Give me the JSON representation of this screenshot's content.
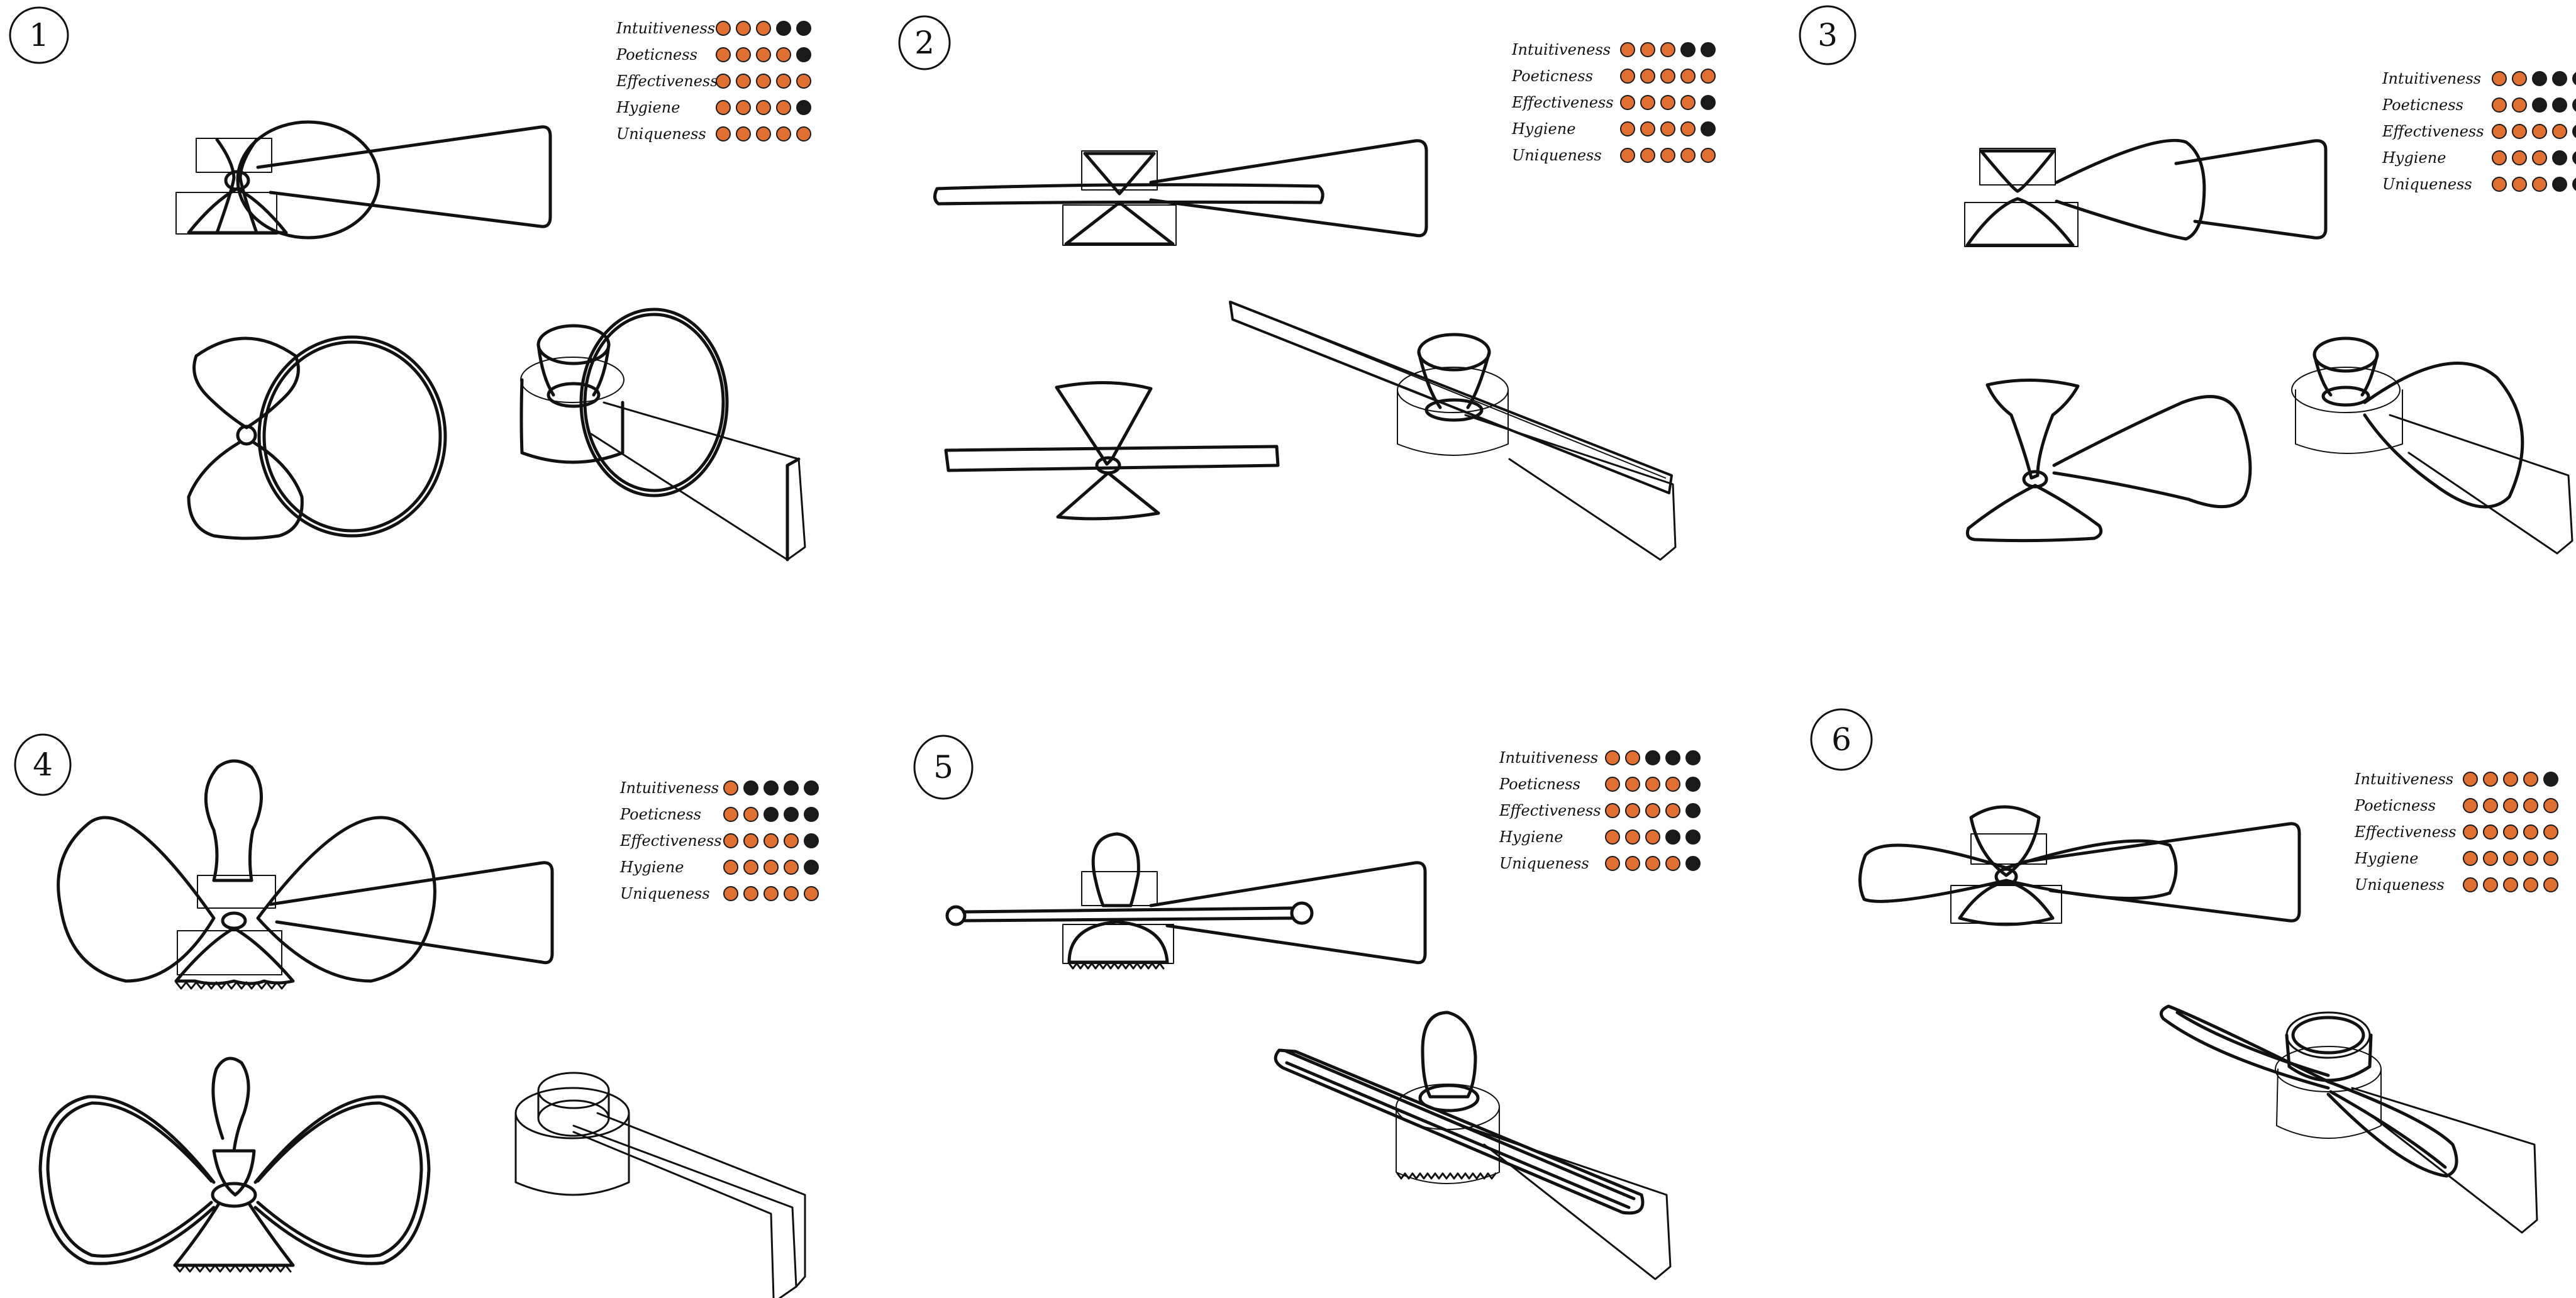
{
  "colors": {
    "filled": "#e07032",
    "empty": "#1a1a1a",
    "ink": "#111111"
  },
  "panels": [
    {
      "number": "1",
      "ratings": [
        {
          "label": "Intuitiveness",
          "score": 3
        },
        {
          "label": "Poeticness",
          "score": 4
        },
        {
          "label": "Effectiveness",
          "score": 5
        },
        {
          "label": "Hygiene",
          "score": 4
        },
        {
          "label": "Uniqueness",
          "score": 5
        }
      ]
    },
    {
      "number": "2",
      "ratings": [
        {
          "label": "Intuitiveness",
          "score": 3
        },
        {
          "label": "Poeticness",
          "score": 5
        },
        {
          "label": "Effectiveness",
          "score": 4
        },
        {
          "label": "Hygiene",
          "score": 4
        },
        {
          "label": "Uniqueness",
          "score": 5
        }
      ]
    },
    {
      "number": "3",
      "ratings": [
        {
          "label": "Intuitiveness",
          "score": 2
        },
        {
          "label": "Poeticness",
          "score": 2
        },
        {
          "label": "Effectiveness",
          "score": 4
        },
        {
          "label": "Hygiene",
          "score": 3
        },
        {
          "label": "Uniqueness",
          "score": 3
        }
      ]
    },
    {
      "number": "4",
      "ratings": [
        {
          "label": "Intuitiveness",
          "score": 1
        },
        {
          "label": "Poeticness",
          "score": 2
        },
        {
          "label": "Effectiveness",
          "score": 4
        },
        {
          "label": "Hygiene",
          "score": 4
        },
        {
          "label": "Uniqueness",
          "score": 5
        }
      ]
    },
    {
      "number": "5",
      "ratings": [
        {
          "label": "Intuitiveness",
          "score": 2
        },
        {
          "label": "Poeticness",
          "score": 4
        },
        {
          "label": "Effectiveness",
          "score": 4
        },
        {
          "label": "Hygiene",
          "score": 3
        },
        {
          "label": "Uniqueness",
          "score": 4
        }
      ]
    },
    {
      "number": "6",
      "ratings": [
        {
          "label": "Intuitiveness",
          "score": 4
        },
        {
          "label": "Poeticness",
          "score": 5
        },
        {
          "label": "Effectiveness",
          "score": 5
        },
        {
          "label": "Hygiene",
          "score": 5
        },
        {
          "label": "Uniqueness",
          "score": 5
        }
      ]
    }
  ]
}
